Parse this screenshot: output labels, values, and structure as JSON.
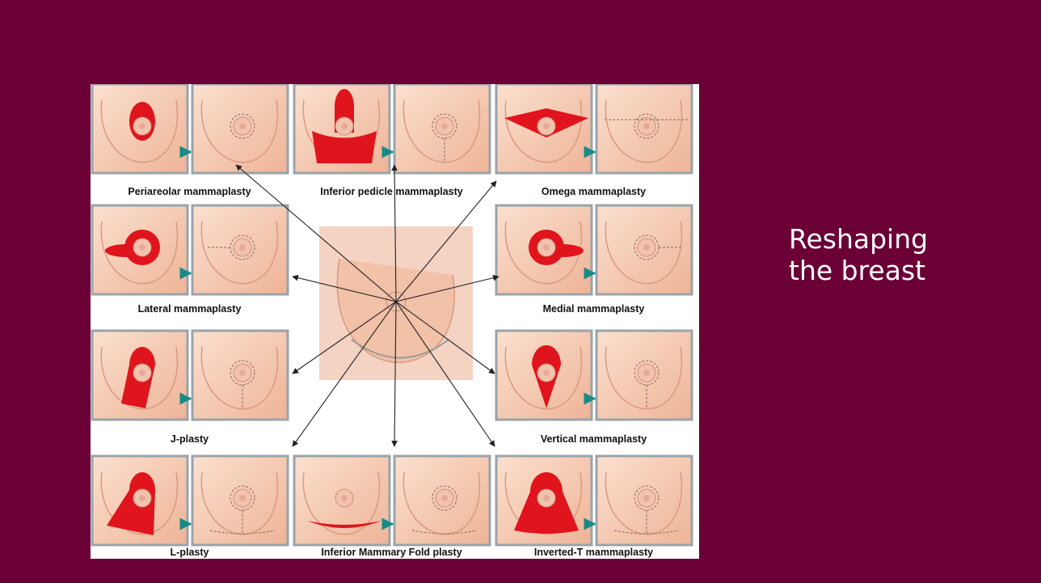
{
  "slide": {
    "title_line1": "Reshaping",
    "title_line2": "the breast",
    "background_color": "#6a0035"
  },
  "figure": {
    "labels": {
      "periareolar": "Periareolar mammaplasty",
      "inferior_pedicle": "Inferior pedicle mammaplasty",
      "omega": "Omega mammaplasty",
      "lateral": "Lateral mammaplasty",
      "medial": "Medial mammaplasty",
      "j_plasty": "J-plasty",
      "vertical": "Vertical mammaplasty",
      "l_plasty": "L-plasty",
      "inferior_fold": "Inferior Mammary Fold plasty",
      "inverted_t": "Inverted-T mammaplasty"
    },
    "colors": {
      "skin": "#f5c9b0",
      "excision": "#e0141c",
      "frame": "#9aa3aa",
      "arrow": "#1a8a86"
    }
  }
}
